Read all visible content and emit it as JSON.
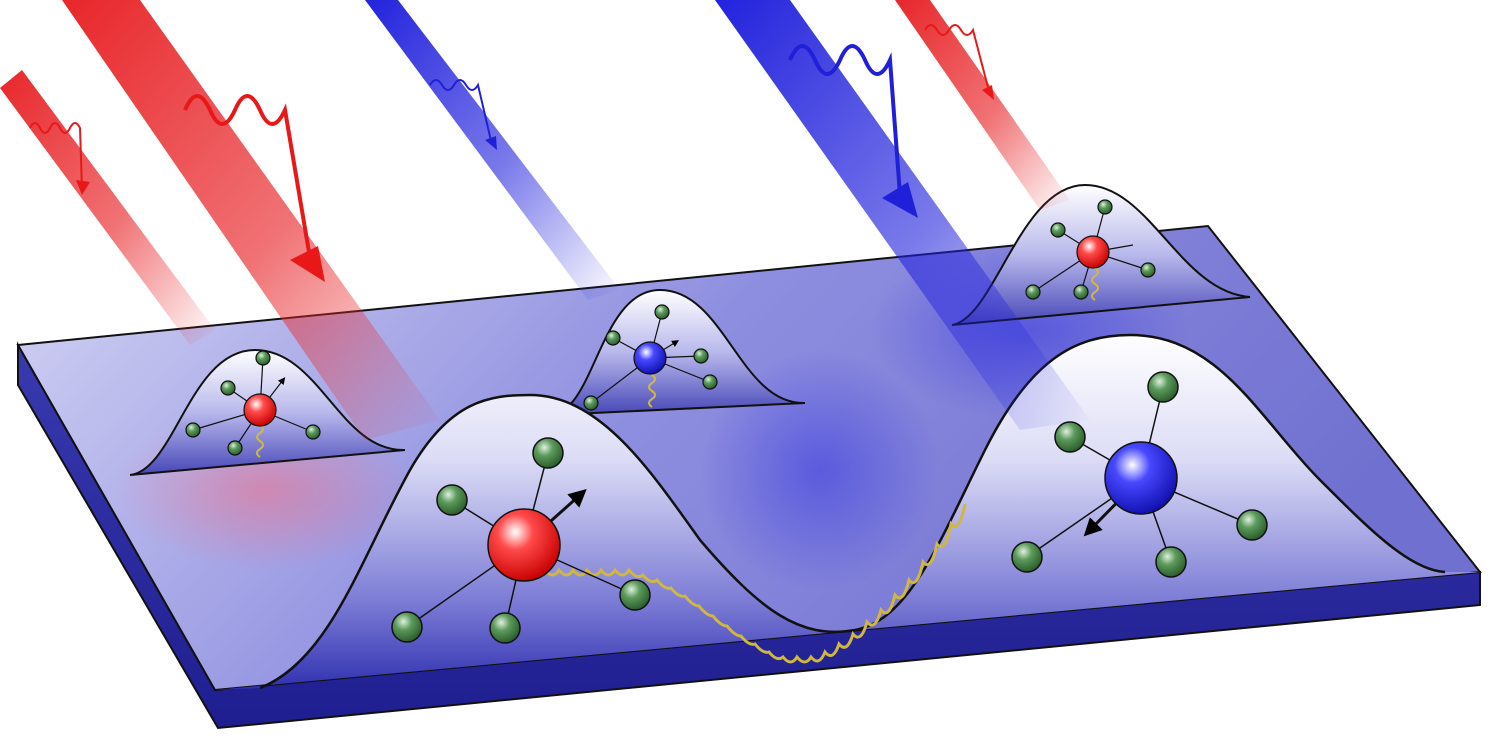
{
  "colors": {
    "background": "#ffffff",
    "slab_top_light": "#c8c8f0",
    "slab_top_dark": "#6a6ad0",
    "slab_side": "#2a2aa0",
    "bump_light": "#ffffff",
    "bump_dark": "#3a3ab8",
    "beam_red": "#e8262a",
    "beam_blue": "#2222dd",
    "atom_red": "#ff2020",
    "atom_blue": "#2a2af5",
    "ligand_green": "#4a8a4a",
    "spring_yellow": "#d8c040",
    "outline": "#111111"
  },
  "scene": {
    "beams": [
      {
        "name": "beam-red-left-thin",
        "color": "red"
      },
      {
        "name": "beam-red-left-wide",
        "color": "red"
      },
      {
        "name": "beam-blue-center-thin",
        "color": "blue"
      },
      {
        "name": "beam-blue-right-wide",
        "color": "blue"
      },
      {
        "name": "beam-red-right-thin",
        "color": "red"
      }
    ],
    "molecules": [
      {
        "name": "molecule-small-red",
        "center_atom": "red",
        "ligands": 6
      },
      {
        "name": "molecule-small-blue",
        "center_atom": "blue",
        "ligands": 6
      },
      {
        "name": "molecule-small-red-far",
        "center_atom": "red",
        "ligands": 6
      },
      {
        "name": "molecule-large-red",
        "center_atom": "red",
        "ligands": 6
      },
      {
        "name": "molecule-large-blue",
        "center_atom": "blue",
        "ligands": 6
      }
    ]
  }
}
